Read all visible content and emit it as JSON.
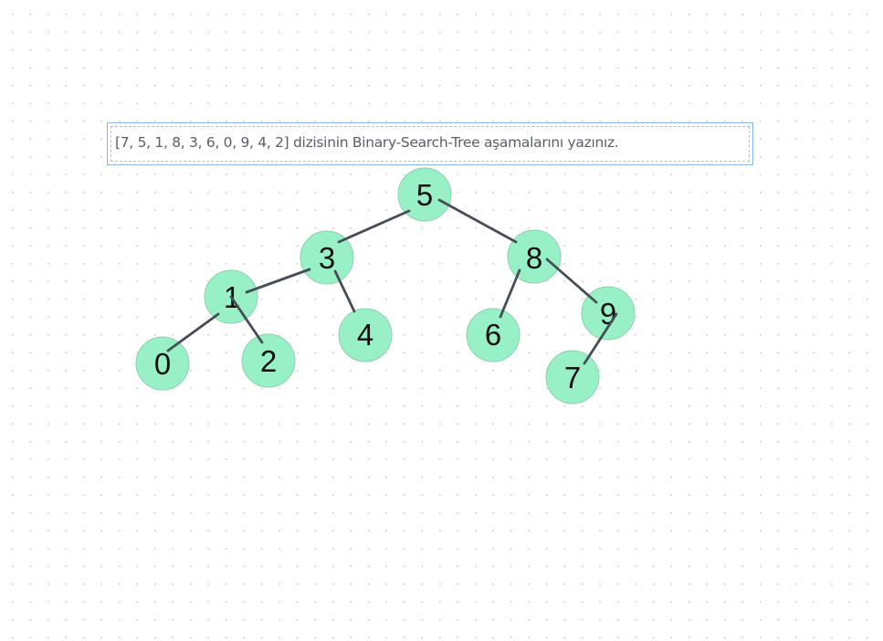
{
  "question": {
    "text": "[7, 5, 1, 8, 3, 6, 0, 9, 4, 2] dizisinin Binary-Search-Tree aşamalarını yazınız."
  },
  "tree": {
    "node_color": "#97f0c6",
    "edge_color": "#474d57",
    "nodes": [
      {
        "id": "n5",
        "label": "5"
      },
      {
        "id": "n3",
        "label": "3"
      },
      {
        "id": "n8",
        "label": "8"
      },
      {
        "id": "n1",
        "label": "1"
      },
      {
        "id": "n4",
        "label": "4"
      },
      {
        "id": "n6",
        "label": "6"
      },
      {
        "id": "n9",
        "label": "9"
      },
      {
        "id": "n0",
        "label": "0"
      },
      {
        "id": "n2",
        "label": "2"
      },
      {
        "id": "n7",
        "label": "7"
      }
    ],
    "edges": [
      {
        "from": "n5",
        "to": "n3"
      },
      {
        "from": "n5",
        "to": "n8"
      },
      {
        "from": "n3",
        "to": "n1"
      },
      {
        "from": "n3",
        "to": "n4"
      },
      {
        "from": "n8",
        "to": "n6"
      },
      {
        "from": "n8",
        "to": "n9"
      },
      {
        "from": "n1",
        "to": "n0"
      },
      {
        "from": "n1",
        "to": "n2"
      },
      {
        "from": "n9",
        "to": "n7"
      }
    ]
  }
}
